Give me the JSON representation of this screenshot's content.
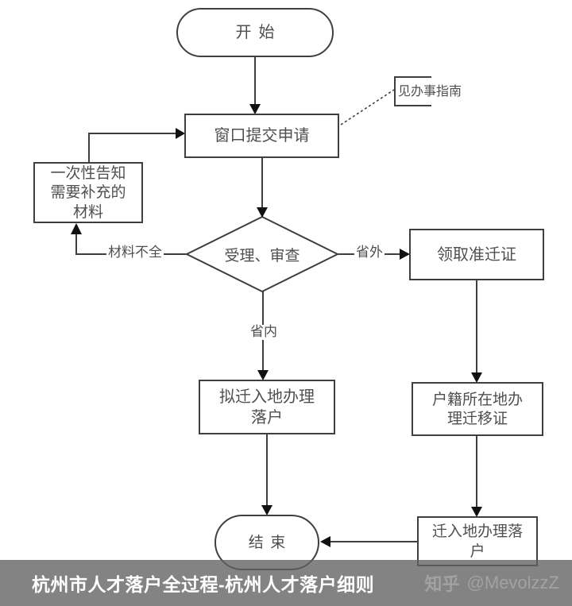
{
  "colors": {
    "line": "#3f3f3f",
    "node_border": "#3f3f3f",
    "node_text": "#4f4f4f",
    "arrowhead": "#111111",
    "footer_bg": "#8a8a8a",
    "footer_title": "#ffffff",
    "watermark": "#a2a2a2",
    "background": "#ffffff"
  },
  "flowchart": {
    "nodes": {
      "start": {
        "label": "开始"
      },
      "submit": {
        "label": "窗口提交申请"
      },
      "notify": {
        "lines": [
          "一次性告知",
          "需要补充的",
          "材料"
        ]
      },
      "review": {
        "label": "受理、审查"
      },
      "permit": {
        "label": "领取准迁证"
      },
      "origin": {
        "lines": [
          "户籍所在地办",
          "理迁移证"
        ]
      },
      "destination": {
        "lines": [
          "拟迁入地办理",
          "落户"
        ]
      },
      "movein": {
        "lines": [
          "迁入地办理落",
          "户"
        ]
      },
      "end": {
        "label": "结束"
      }
    },
    "edge_labels": {
      "incomplete": "材料不全",
      "outside": "省外",
      "inside": "省内",
      "guide": "见办事指南"
    }
  },
  "footer": {
    "title": "杭州市人才落户全过程-杭州人才落户细则",
    "brand": "知乎",
    "handle": "@MevolzzZ"
  }
}
